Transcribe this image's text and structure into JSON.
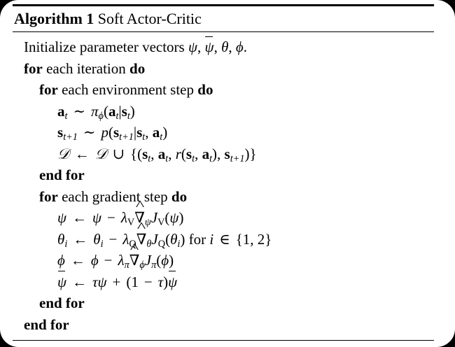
{
  "document": {
    "type": "algorithm-pseudocode-float",
    "background_color": "#000000",
    "page_color": "#ffffff",
    "text_color": "#000000"
  },
  "caption": {
    "label": "Algorithm 1",
    "title": "Soft Actor-Critic"
  },
  "algorithm": {
    "lines": [
      {
        "id": "init",
        "indent": 1,
        "text": "Initialize parameter vectors ψ, ψ̄, θ, ϕ."
      },
      {
        "id": "for-iteration",
        "indent": 1,
        "text": "for each iteration do"
      },
      {
        "id": "for-env-step",
        "indent": 2,
        "text": "for each environment step do"
      },
      {
        "id": "sample-action",
        "indent": 3,
        "text": "a_t ∼ π_ϕ(a_t|s_t)"
      },
      {
        "id": "sample-state",
        "indent": 3,
        "text": "s_{t+1} ∼ p(s_{t+1}|s_t, a_t)"
      },
      {
        "id": "replay-buffer",
        "indent": 3,
        "text": "D ← D ∪ {(s_t, a_t, r(s_t, a_t), s_{t+1})}"
      },
      {
        "id": "end-for-env",
        "indent": 2,
        "text": "end for"
      },
      {
        "id": "for-grad-step",
        "indent": 2,
        "text": "for each gradient step do"
      },
      {
        "id": "update-psi",
        "indent": 3,
        "text": "ψ ← ψ − λ_V ∇̂_ψ J_V(ψ)"
      },
      {
        "id": "update-theta",
        "indent": 3,
        "text": "θ_i ← θ_i − λ_Q ∇̂_{θ_i} J_Q(θ_i) for i ∈ {1, 2}"
      },
      {
        "id": "update-phi",
        "indent": 3,
        "text": "ϕ ← ϕ − λ_π ∇̂_ϕ J_π(ϕ)"
      },
      {
        "id": "update-psi-bar",
        "indent": 3,
        "text": "ψ̄ ← τψ + (1 − τ)ψ̄"
      },
      {
        "id": "end-for-grad",
        "indent": 2,
        "text": "end for"
      },
      {
        "id": "end-for-iteration",
        "indent": 1,
        "text": "end for"
      }
    ],
    "keywords": {
      "for": "for",
      "do": "do",
      "end_for": "end for",
      "each_iteration": "each iteration",
      "each_environment_step": "each environment step",
      "each_gradient_step": "each gradient step",
      "initialize_text": "Initialize parameter vectors",
      "for_i_in": "for",
      "period": "."
    },
    "symbols": {
      "psi": "ψ",
      "theta": "θ",
      "phi": "ϕ",
      "pi": "π",
      "tau": "τ",
      "lambda": "λ",
      "nabla": "∇",
      "sim": "∼",
      "leftarrow": "←",
      "cup": "∪",
      "in": "∈",
      "minus": "−",
      "plus": "+",
      "comma": ",",
      "mid": "|",
      "D": "𝒟",
      "J": "J",
      "p": "p",
      "r": "r",
      "a": "a",
      "s": "s",
      "t": "t",
      "i": "i",
      "V": "V",
      "Q": "Q",
      "one": "1",
      "two": "2",
      "t_plus_1": "t+1"
    }
  }
}
